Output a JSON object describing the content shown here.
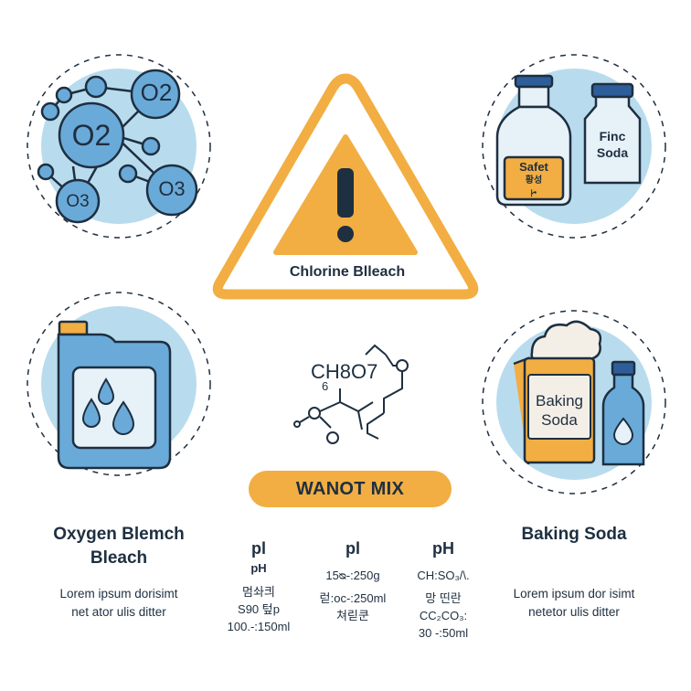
{
  "colors": {
    "accent_orange": "#f2ae42",
    "light_blue": "#b8dcee",
    "mid_blue": "#6aaad9",
    "navy": "#1e2f40"
  },
  "molecule": {
    "labels": [
      "O2",
      "O2",
      "O3",
      "O3"
    ]
  },
  "warning": {
    "icon": "warning-triangle-icon",
    "label": "Chlorine Blleach"
  },
  "safety": {
    "bottle_label_line1": "Safet",
    "bottle_label_line2": "황성",
    "bottle_label_line3": "ꔵ",
    "box_label_line1": "Finc",
    "box_label_line2": "Soda"
  },
  "formula": {
    "text": "CH8O7",
    "subscript": "6"
  },
  "mix_banner": {
    "text": "WANOT MIX"
  },
  "baking_icon": {
    "label_line1": "Baking",
    "label_line2": "Soda"
  },
  "oxygen": {
    "title_line1": "Oxygen Blemch",
    "title_line2": "Bleach",
    "desc_line1": "Lorem ipsum dorisimt",
    "desc_line2": "net ator ulis ditter"
  },
  "baking": {
    "title": "Baking Soda",
    "desc_line1": "Lorem ipsum dor isimt",
    "desc_line2": "netetor ulis ditter"
  },
  "ph_columns": [
    {
      "heading": "pl",
      "sub": "pH",
      "lines": [
        "멈솨킈",
        "S90 텊p",
        "100.-:150ml"
      ]
    },
    {
      "heading": "pl",
      "sub": "",
      "lines": [
        "15ᴓ-:250g",
        "럳:oc-:250ml",
        "쳐릳쿤"
      ]
    },
    {
      "heading": "pH",
      "sub": "",
      "lines": [
        "CH:SO₃/\\.",
        "망 띤란",
        "CC₂CO₃:",
        "30 -:50ml"
      ]
    }
  ]
}
